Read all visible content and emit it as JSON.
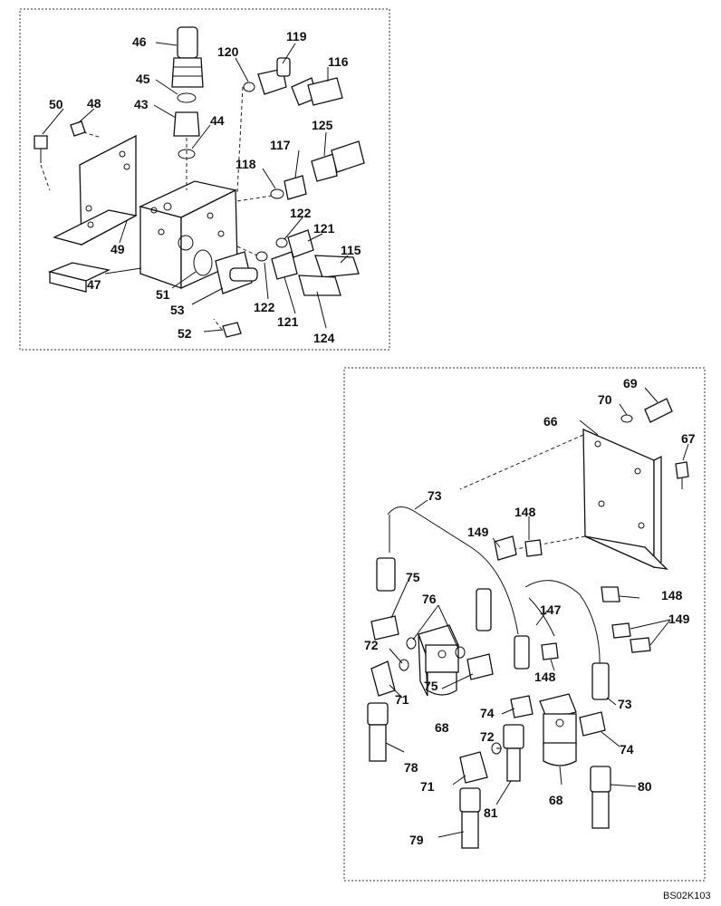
{
  "top_callouts": {
    "p46": "46",
    "p120": "120",
    "p119": "119",
    "p116": "116",
    "p45": "45",
    "p50": "50",
    "p48": "48",
    "p43": "43",
    "p44": "44",
    "p125": "125",
    "p117": "117",
    "p118": "118",
    "p122a": "122",
    "p121a": "121",
    "p115": "115",
    "p49": "49",
    "p47": "47",
    "p51": "51",
    "p53": "53",
    "p122b": "122",
    "p121b": "121",
    "p52": "52",
    "p124": "124"
  },
  "bottom_callouts": {
    "p69": "69",
    "p70": "70",
    "p66": "66",
    "p67": "67",
    "p73a": "73",
    "p148a": "148",
    "p149a": "149",
    "p75a": "75",
    "p76": "76",
    "p148b": "148",
    "p147": "147",
    "p149b": "149",
    "p72a": "72",
    "p148c": "148",
    "p75b": "75",
    "p71a": "71",
    "p74a": "74",
    "p73b": "73",
    "p78": "78",
    "p72b": "72",
    "p74b": "74",
    "p68a": "68",
    "p71b": "71",
    "p81": "81",
    "p68b": "68",
    "p80": "80",
    "p79": "79"
  },
  "figure_code": "BS02K103"
}
